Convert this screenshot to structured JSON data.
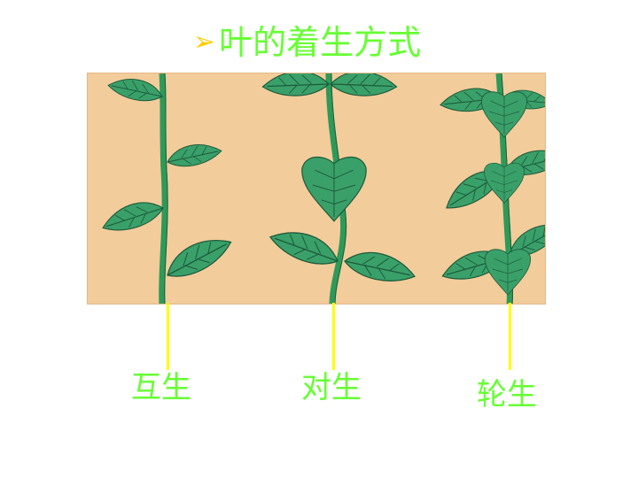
{
  "title": {
    "bullet": "➢",
    "text": "叶的着生方式"
  },
  "labels": {
    "alternate": "互生",
    "opposite": "对生",
    "whorled": "轮生"
  },
  "colors": {
    "title_text": "#66ff33",
    "bullet": "#ffcc00",
    "panel_background": "#f2cc9a",
    "stem": "#2e9a5a",
    "leaf": "#3aa06a",
    "leaf_vein": "#1d5a3a",
    "pointer_line": "#ffff00",
    "label_text": "#66ff33"
  },
  "icons": {
    "bullet": "arrowhead-bullet-icon"
  }
}
